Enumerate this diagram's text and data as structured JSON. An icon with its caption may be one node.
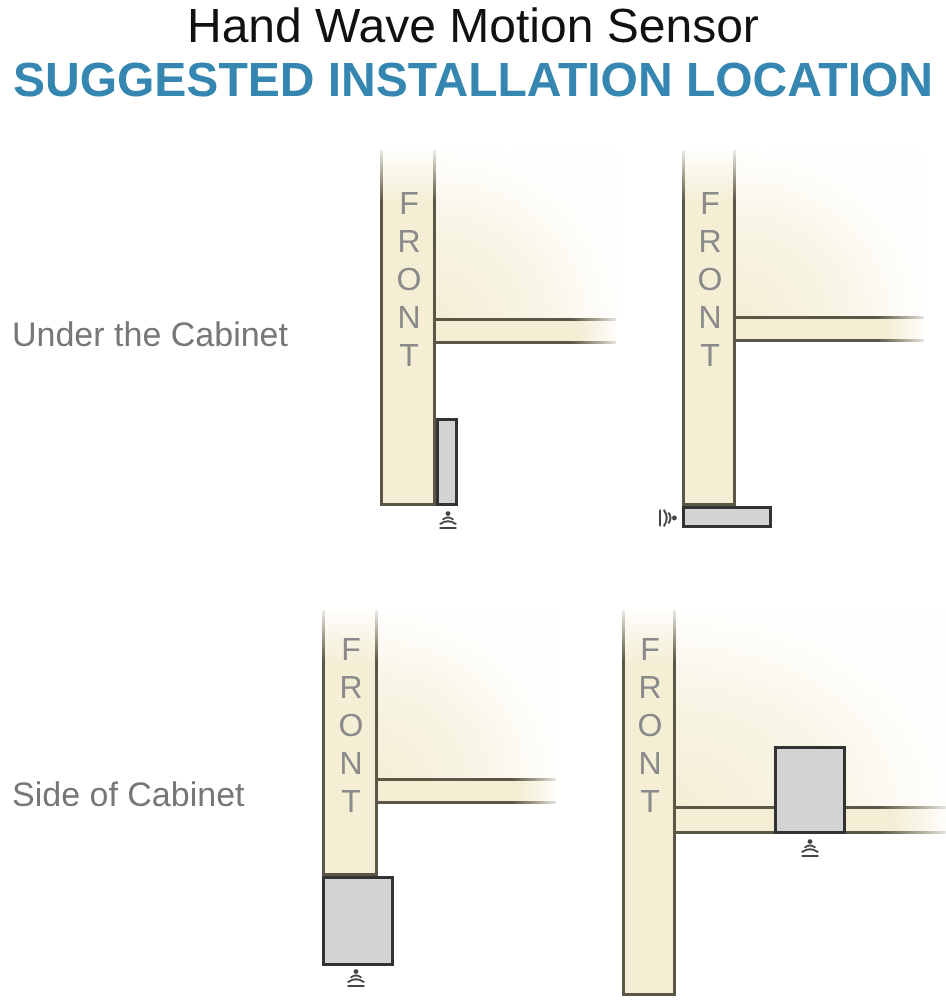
{
  "diagram": {
    "title": "Hand Wave Motion Sensor",
    "nodes": [
      {
        "text": [
          "FRONT"
        ]
      },
      {
        "text": [
          "FRONT"
        ]
      },
      {
        "text": [
          "FRONT"
        ]
      },
      {
        "text": [
          "FRONT"
        ]
      }
    ],
    "labels": [
      "SUGGESTED INSTALLATION LOCATION",
      "Under the Cabinet",
      "Side of Cabinet"
    ]
  }
}
